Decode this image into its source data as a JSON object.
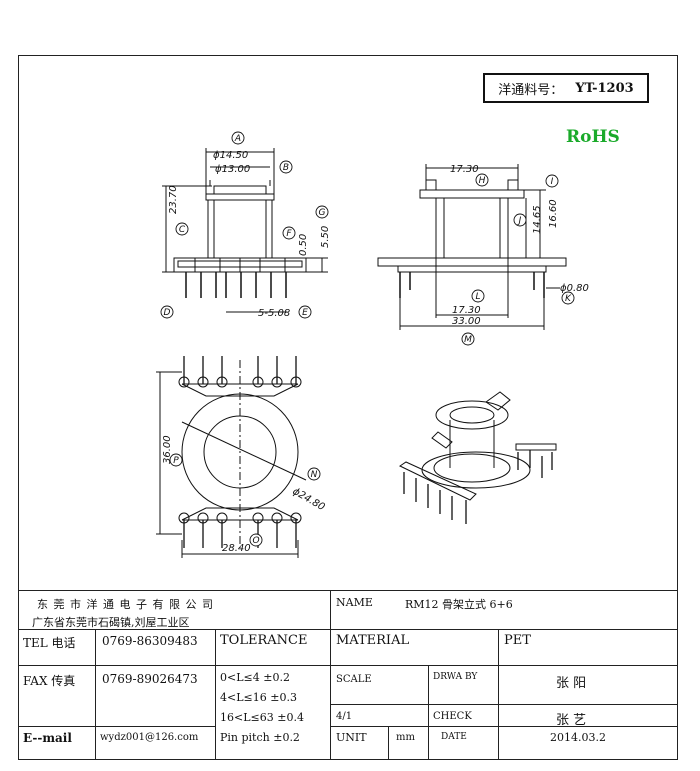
{
  "part_number": {
    "label": "洋通料号：",
    "value": "YT-1203"
  },
  "rohs": "RoHS",
  "balloons": [
    "A",
    "B",
    "C",
    "D",
    "E",
    "F",
    "G",
    "H",
    "I",
    "J",
    "K",
    "L",
    "M",
    "N",
    "O",
    "P"
  ],
  "dimensions": {
    "a": "ϕ14.50",
    "b": "ϕ13.00",
    "c": "23.70",
    "f": "0.50",
    "g": "5.50",
    "e": "5-5.08",
    "h": "17.30",
    "i": "14.65",
    "j": "16.60",
    "k": "ϕ0.80",
    "l": "17.30",
    "m": "33.00",
    "p": "36.00",
    "n": "ϕ24.80",
    "o": "28.40"
  },
  "title_block": {
    "company": "东 莞 市 洋 通 电 子 有 限 公 司",
    "address": "广东省东莞市石碣镇,刘屋工业区",
    "name_label": "NAME",
    "name_value": "RM12 骨架立式 6+6",
    "tel_label": "TEL 电话",
    "tel_value": "0769-86309483",
    "tolerance_label": "TOLERANCE",
    "material_label": "MATERIAL",
    "material_value": "PET",
    "fax_label": "FAX 传真",
    "fax_value": "0769-89026473",
    "tol_1": "0<L≤4  ±0.2",
    "tol_2": "4<L≤16 ±0.3",
    "tol_3": "16<L≤63 ±0.4",
    "tol_4": "Pin pitch ±0.2",
    "scale_label": "SCALE",
    "scale_value": "4/1",
    "drawby_label": "DRWA BY",
    "drawby_value": "张 阳",
    "check_label": "CHECK",
    "check_value": "张 艺",
    "email_label": "E--mail",
    "email_value": "wydz001@126.com",
    "unit_label": "UNIT",
    "unit_value": "mm",
    "date_label": "DATE",
    "date_value": "2014.03.2"
  }
}
